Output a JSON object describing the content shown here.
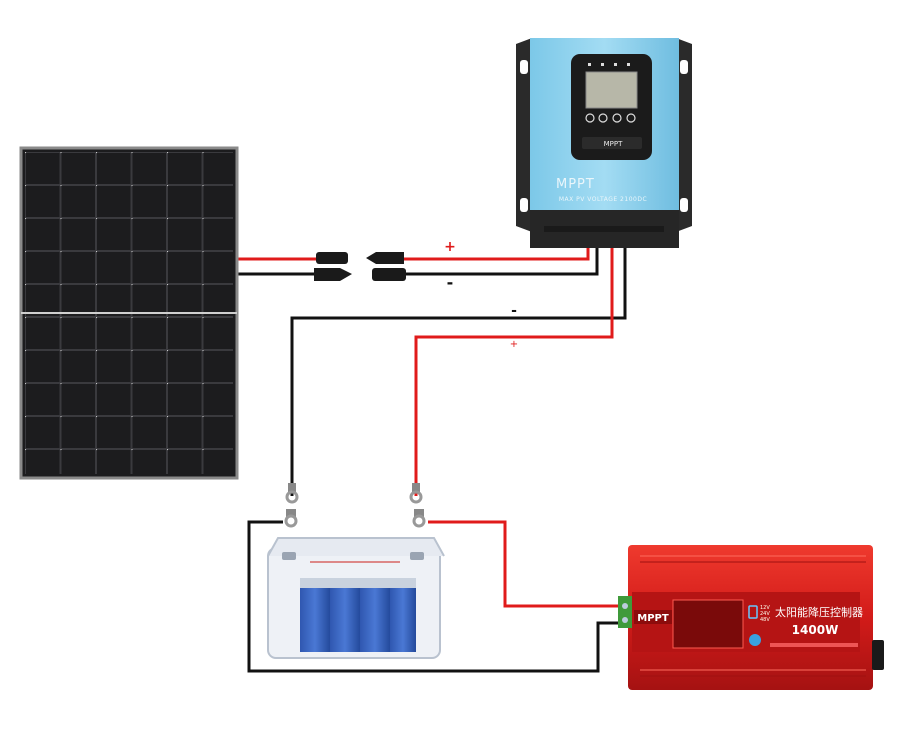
{
  "controller": {
    "brand": "MPPT",
    "max_voltage": "MAX PV VOLTAGE 2100DC",
    "screen_badge": "MPPT"
  },
  "wiring": {
    "pv_positive_label": "+",
    "pv_negative_label": "-",
    "battery_negative_label": "-",
    "battery_positive_label": "+"
  },
  "inverter": {
    "brand": "MPPT",
    "title_cn": "太阳能降压控制器",
    "power": "1400W",
    "voltages": [
      "12V",
      "24V",
      "48V"
    ]
  },
  "colors": {
    "positive_wire": "#e01b1b",
    "negative_wire": "#111111",
    "controller_body": "#8fd3ee",
    "inverter_body": "#d81e1e"
  }
}
